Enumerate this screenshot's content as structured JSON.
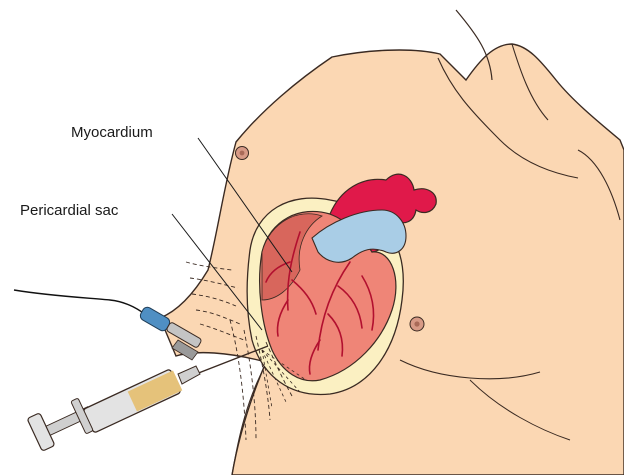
{
  "labels": {
    "myocardium": "Myocardium",
    "pericardial_sac": "Pericardial sac"
  },
  "colors": {
    "skin": "#fbd7b3",
    "skin_outline": "#3a2a22",
    "heart_muscle": "#ef8577",
    "heart_dark": "#d8665c",
    "aorta": "#e0194a",
    "pulmonary_vessel": "#a9cde6",
    "coronary_vessels": "#b2102f",
    "pericardial_sac": "#fbf0c2",
    "nipple": "#d79a86",
    "syringe_barrel": "#e3e3e3",
    "syringe_fluid": "#e5c27a",
    "electrode_clip": "#4f8fc3"
  },
  "icons": [
    "syringe-icon",
    "ecg-electrode-clip-icon",
    "heart-illustration"
  ]
}
